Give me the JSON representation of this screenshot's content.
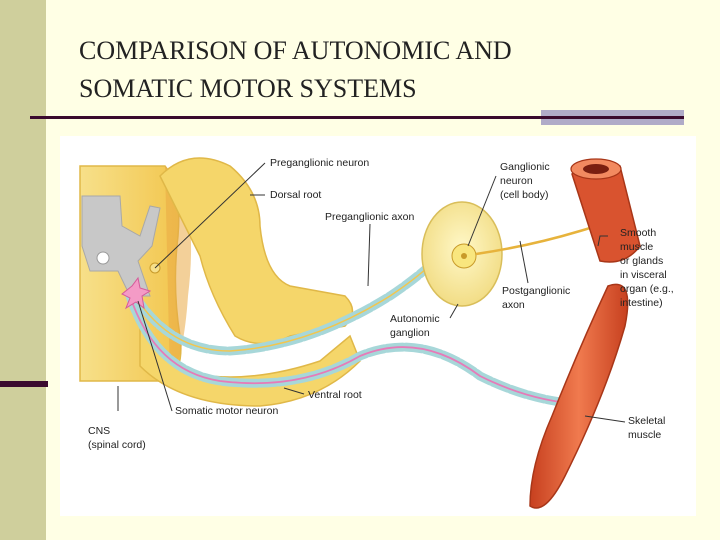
{
  "slide": {
    "title_line1": "COMPARISON OF AUTONOMIC AND",
    "title_line2": "SOMATIC MOTOR SYSTEMS"
  },
  "colors": {
    "background": "#FFFFE5",
    "side_band": "#CFCF9C",
    "rule": "#3A0A2E",
    "rule_accent": "#B0ABC8",
    "spinal_cord": "#F5D66A",
    "gray_matter": "#C8C8C8",
    "myelin": "#A7D7D9",
    "somatic_axon": "#E67BB8",
    "muscle": "#D9532F"
  },
  "diagram": {
    "labels": {
      "preganglionic_neuron": "Preganglionic neuron",
      "dorsal_root": "Dorsal root",
      "preganglionic_axon": "Preganglionic axon",
      "ganglionic_neuron_1": "Ganglionic",
      "ganglionic_neuron_2": "neuron",
      "ganglionic_neuron_3": "(cell body)",
      "smooth_1": "Smooth",
      "smooth_2": "muscle",
      "smooth_3": "or glands",
      "smooth_4": "in visceral",
      "smooth_5": "organ (e.g.,",
      "smooth_6": "intestine)",
      "postganglionic_1": "Postganglionic",
      "postganglionic_2": "axon",
      "autonomic_1": "Autonomic",
      "autonomic_2": "ganglion",
      "ventral_root": "Ventral root",
      "somatic_motor_neuron": "Somatic motor neuron",
      "cns_1": "CNS",
      "cns_2": "(spinal cord)",
      "skeletal_1": "Skeletal",
      "skeletal_2": "muscle"
    }
  }
}
